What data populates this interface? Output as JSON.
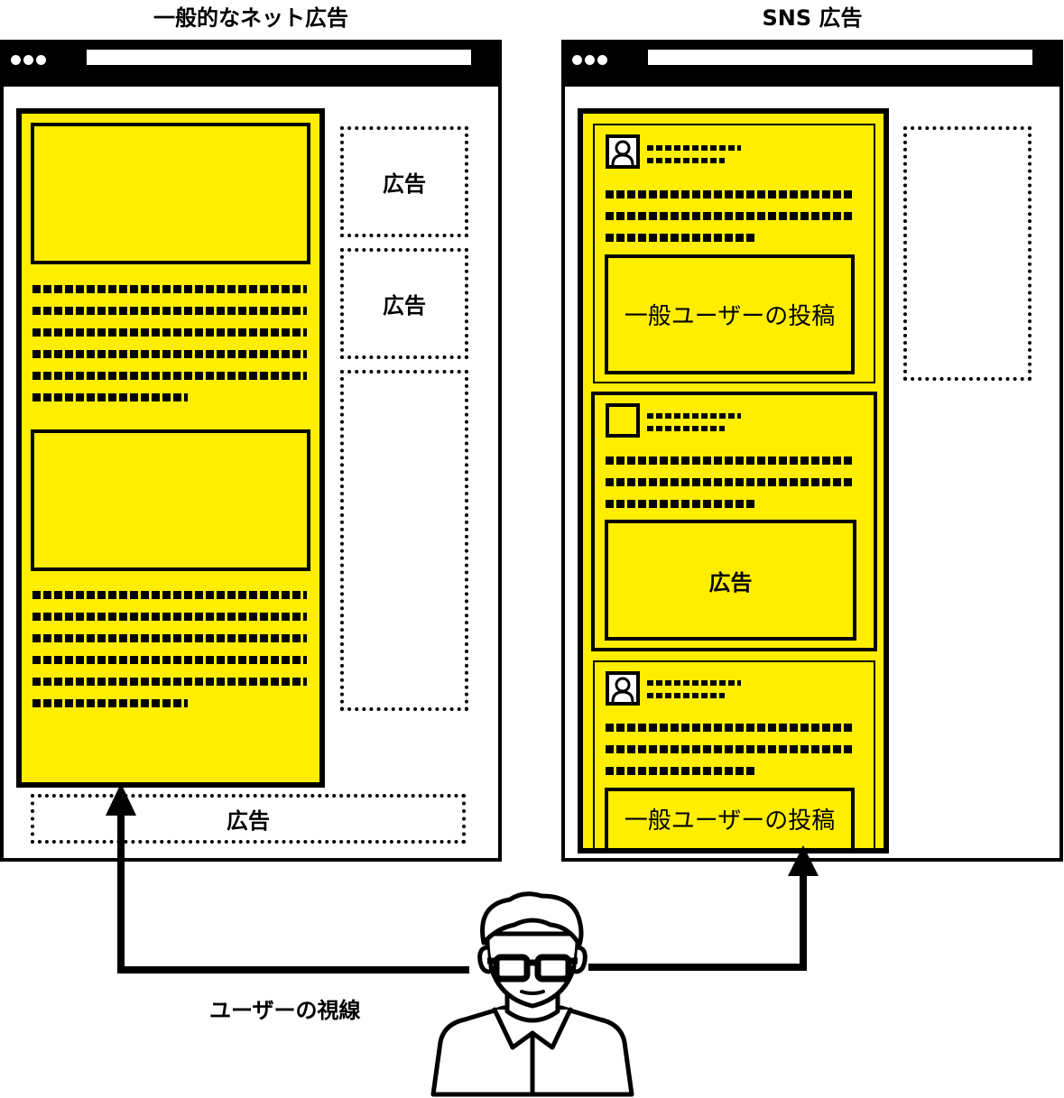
{
  "titles": {
    "left": "一般的なネット広告",
    "right": "SNS 広告"
  },
  "left_page": {
    "ad_labels": [
      "広告",
      "広告",
      "広告"
    ]
  },
  "right_page": {
    "posts": [
      {
        "kind": "user",
        "content_label": "一般ユーザーの投稿"
      },
      {
        "kind": "ad",
        "content_label": "広告"
      },
      {
        "kind": "user",
        "content_label": "一般ユーザーの投稿"
      }
    ]
  },
  "gaze_label": "ユーザーの視線",
  "colors": {
    "highlight": "#ffee00",
    "ink": "#000000"
  },
  "icons": [
    "user-avatar-icon",
    "person-with-glasses-icon",
    "arrow-up-icon"
  ]
}
